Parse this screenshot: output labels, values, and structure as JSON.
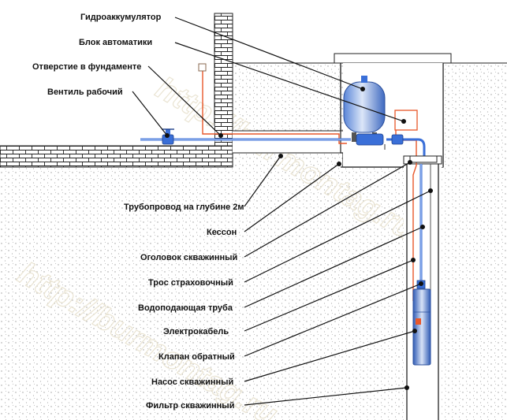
{
  "labels": {
    "accumulator": "Гидроаккумулятор",
    "automation": "Блок автоматики",
    "foundation_hole": "Отверстие в фундаменте",
    "valve": "Вентиль рабочий",
    "pipeline": "Трубопровод на глубине 2м",
    "caisson": "Кессон",
    "well_head": "Оголовок скважинный",
    "safety_cable": "Трос страховочный",
    "water_pipe": "Водоподающая труба",
    "electric_cable": "Электрокабель",
    "check_valve": "Клапан обратный",
    "pump": "Насос скважинный",
    "filter": "Фильтр скважинный"
  },
  "watermark": {
    "line1": "http://burmontag.ru",
    "line2": "http://burmontag.ru"
  },
  "colors": {
    "pipe": "#3a6fd8",
    "cable": "#e8572a",
    "soil_dot": "#9a9a9a",
    "wall": "#222222",
    "pump_blue": "#4a78d0"
  }
}
